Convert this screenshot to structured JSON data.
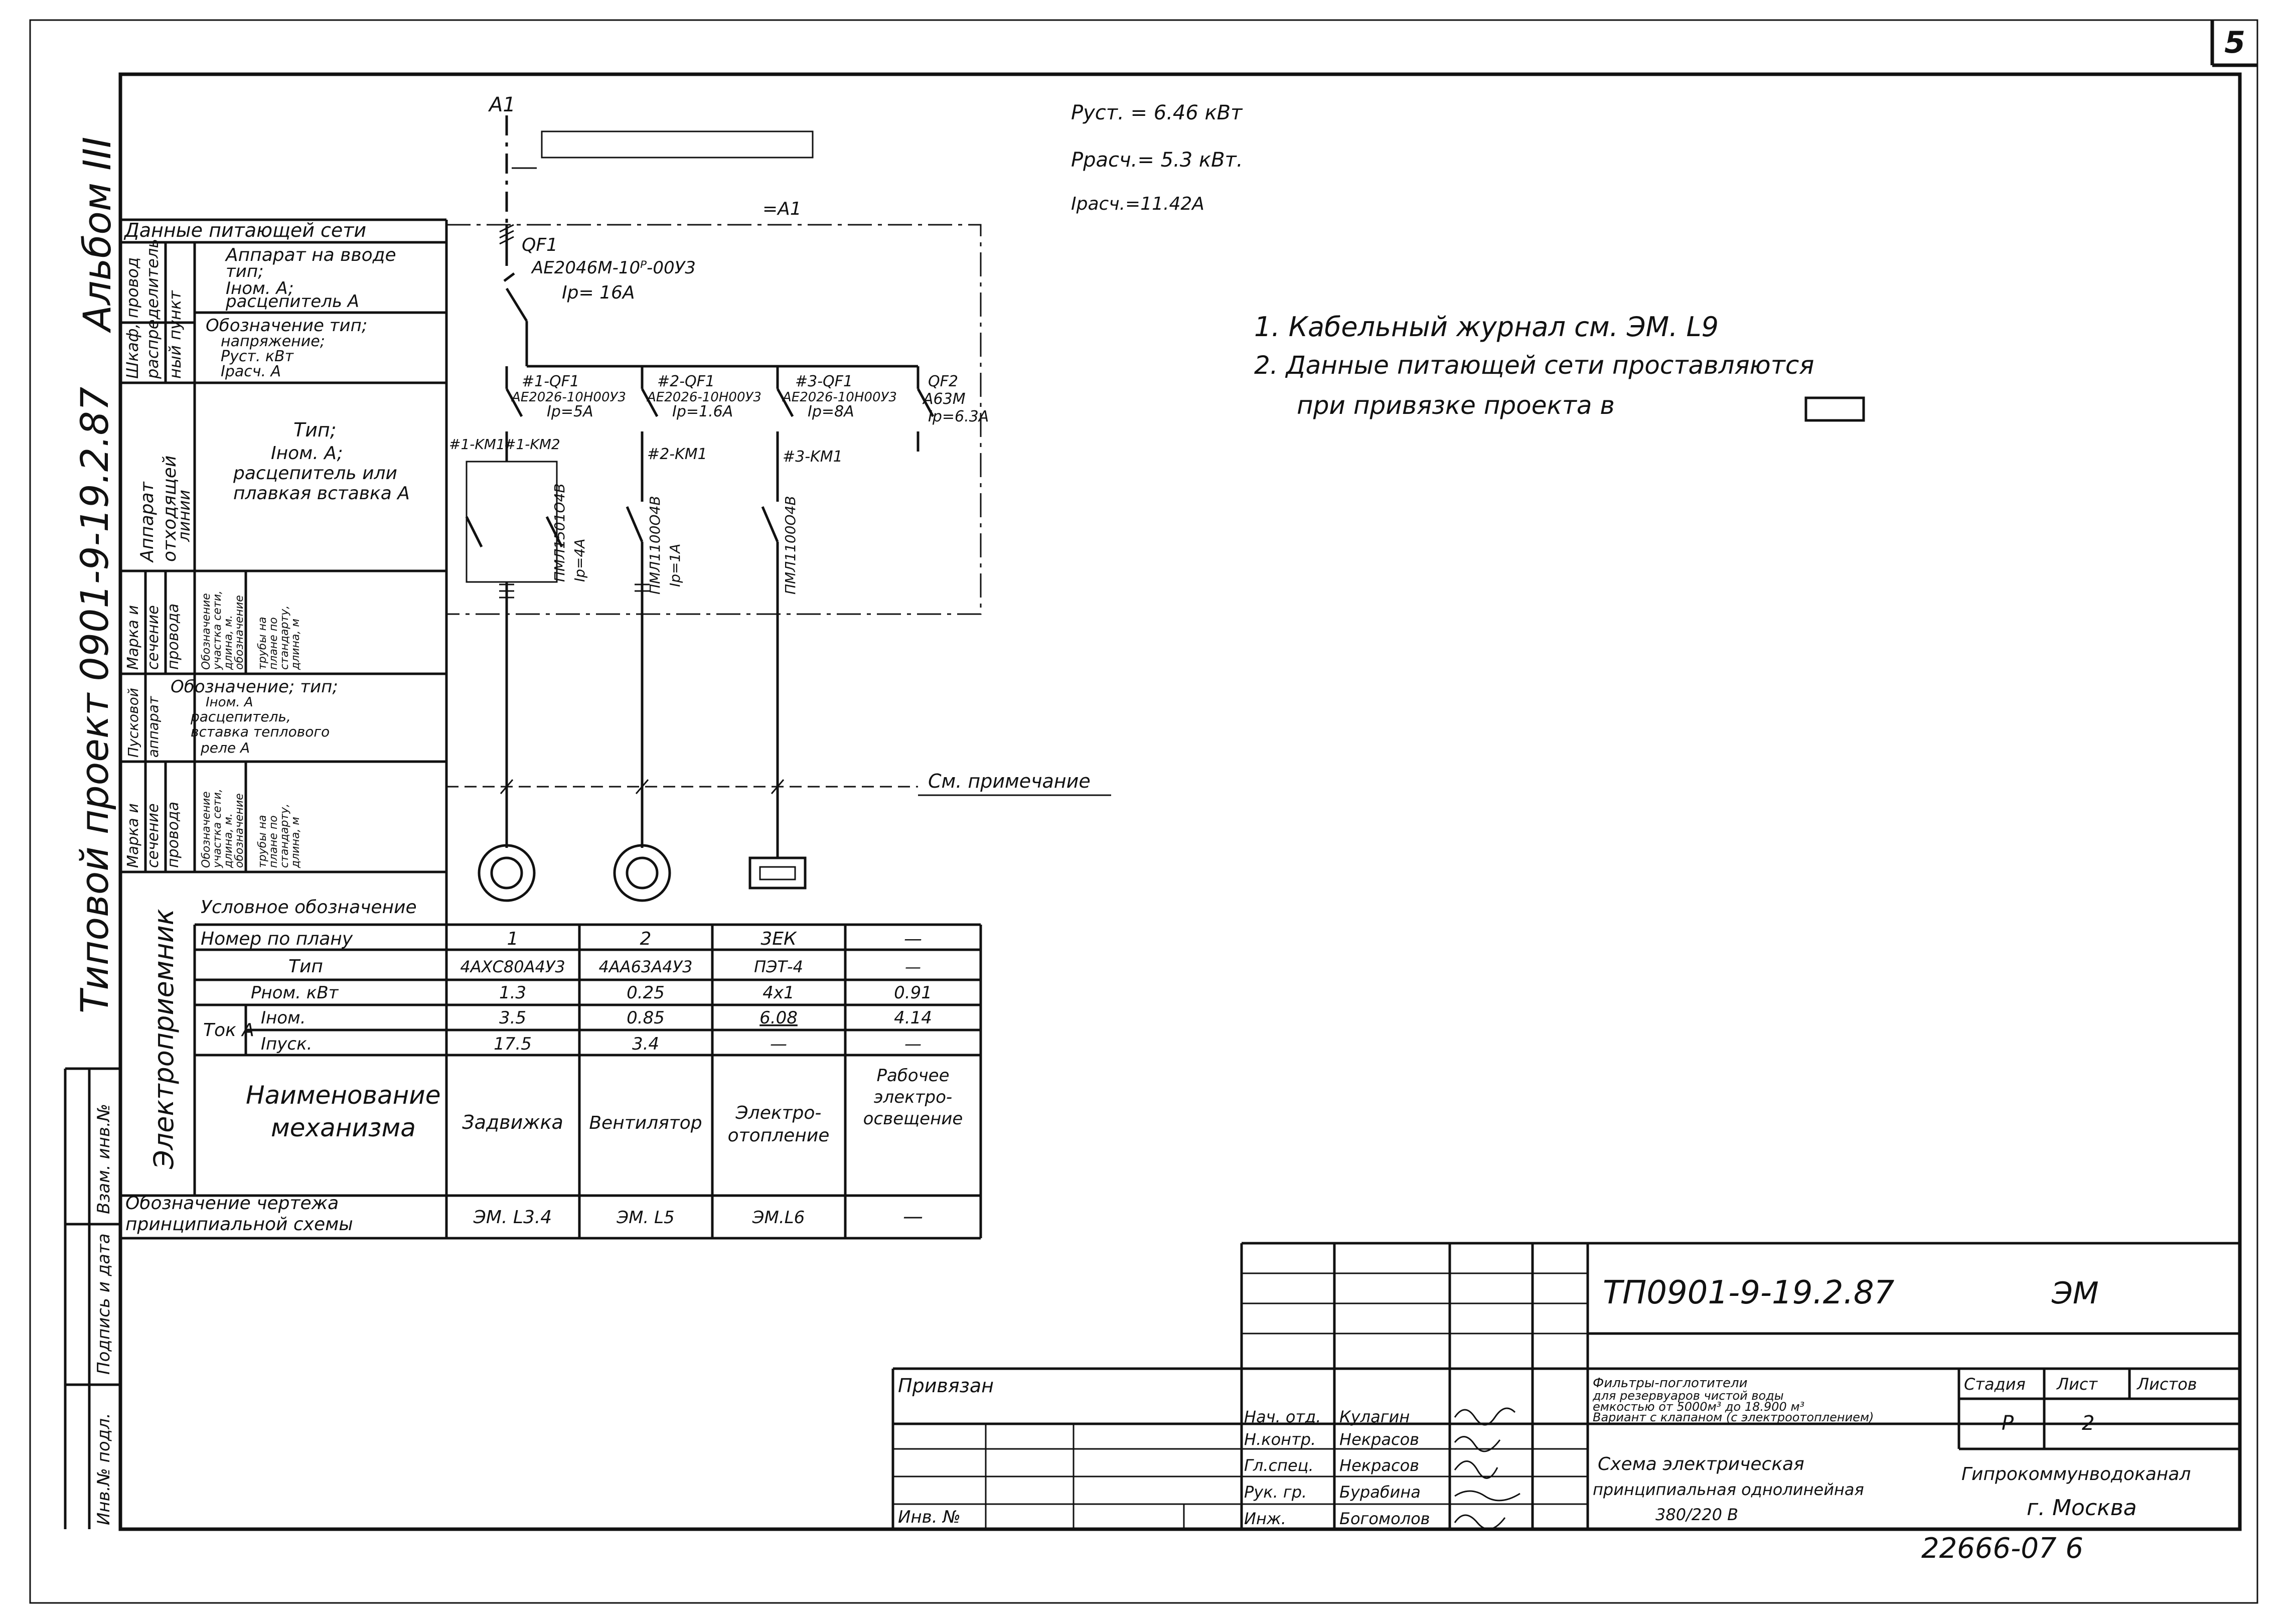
{
  "sheet_no": "5",
  "side": {
    "album": "Альбом III",
    "project": "Типовой  проект 0901-9-19.2.87",
    "vzam": "Взам. инв.№",
    "podpis": "Подпись и дата",
    "inv_podl": "Инв.№ подл."
  },
  "power": {
    "p_ust": "Pуст. = 6.46 кВт",
    "p_rasch": "Pрасч.= 5.3 кВт.",
    "i_rasch": "Iрасч.=11.42А"
  },
  "notes": [
    "1. Кабельный журнал см. ЭМ. L9",
    "2. Данные питающей сети проставляются",
    "при привязке проекта  в"
  ],
  "diagram": {
    "a1_top": "A1",
    "a1_mid": "=A1",
    "qf1": "QF1",
    "qf1_type": "AE2046М-10ᴾ-00У3",
    "qf1_ip": "Iр= 16A",
    "br1": "#1-QF1",
    "br1_type": "AE2026-10Н00У3",
    "br1_ip": "Iр=5A",
    "br2": "#2-QF1",
    "br2_type": "AE2026-10Н00У3",
    "br2_ip": "Iр=1.6A",
    "br3": "#3-QF1",
    "br3_type": "AE2026-10Н00У3",
    "br3_ip": "Iр=8A",
    "qf2": "QF2",
    "qf2_type": "A63М",
    "qf2_ip": "Iр=6.3A",
    "km1a": "#1-KM1",
    "km1b": "#1-KM2",
    "km2": "#2-KM1",
    "km3": "#3-KM1",
    "k1": "ПМЛ1501О4В",
    "k1_i": "Iр=4A",
    "k2": "ПМЛ1100О4В",
    "k2_i": "Iр=1A",
    "k3": "ПМЛ1100О4В",
    "see_note": "См. примечание"
  },
  "left_table": {
    "supply_data": "Данные питающей сети",
    "distr_point": "Шкаф распределитель ный пункт",
    "intro_app": "Аппарат на вводе тип; Iном. A; расцепитель A",
    "designation": "Обозначение тип; напряжение; Pуст. кВт Iрасч. A",
    "out_lines": "Аппарат отходящей линии",
    "out_type": "Тип; Iном. A; расцепитель или плавкая вставка А",
    "wire1": "Марка и сечение провода",
    "wire1_len": "Обозначение участка сети, длина, м. обозначение трубы на плане по стандарту, длина, м",
    "start_app": "Пусковой аппарат",
    "start_desc": "Обозначение; тип; Iном. А расцепитель, вставка теплового реле А",
    "wire2": "Марка и сечение провода",
    "wire2_len": "Обозначение участка сети, длина, м. обозначение трубы на плане по стандарту, длина, м",
    "receiver": "Электроприемник",
    "symbol": "Условное обозначение",
    "plan_no": "Номер по плану",
    "type": "Тип",
    "pnom": "Pном. кВт",
    "current": "Ток A",
    "inom": "Iном.",
    "ipusk": "Iпуск.",
    "mech": "Наименование механизма",
    "drawing": "Обозначение чертежа принципиальной схемы"
  },
  "columns": [
    {
      "no": "1",
      "type": "4АХС80А4У3",
      "p": "1.3",
      "inom": "3.5",
      "ipusk": "17.5",
      "name": "Задвижка",
      "drawing": "ЭМ. L3.4"
    },
    {
      "no": "2",
      "type": "4АА63А4У3",
      "p": "0.25",
      "inom": "0.85",
      "ipusk": "3.4",
      "name": "Вентилятор",
      "drawing": "ЭМ. L5"
    },
    {
      "no": "3ЕК",
      "type": "ПЭТ-4",
      "p": "4x1",
      "inom": "6.08",
      "ipusk": "—",
      "name": "Электро-отопление",
      "drawing": "ЭМ.L6"
    },
    {
      "no": "—",
      "type": "—",
      "p": "0.91",
      "inom": "4.14",
      "ipusk": "—",
      "name": "Рабочее электро-освещение",
      "drawing": "—"
    }
  ],
  "title_block": {
    "code": "ТП0901-9-19.2.87",
    "mark": "ЭМ",
    "privyazan": "Привязан",
    "inv_no": "Инв. №",
    "roles": [
      "Нач. отд.",
      "Н.контр.",
      "Гл.спец.",
      "Рук. гр.",
      "Инж."
    ],
    "names": [
      "Кулагин",
      "Некрасов",
      "Некрасов",
      "Бурабина",
      "Богомолов"
    ],
    "desc1": "Фильтры-поглотители для резервуаров чистой воды емкостью от 5000м³ до 18.900 м³ Вариант с клапаном (с электроотоплением)",
    "desc2": "Схема электрическая принципиальная однолинейная 380/220 В",
    "stage_h": "Стадия",
    "sheet_h": "Лист",
    "sheets_h": "Листов",
    "stage": "Р",
    "sheet": "2",
    "org": "Гипрокоммунводоканал",
    "city": "г. Москва",
    "bottom": "22666-07   6"
  }
}
